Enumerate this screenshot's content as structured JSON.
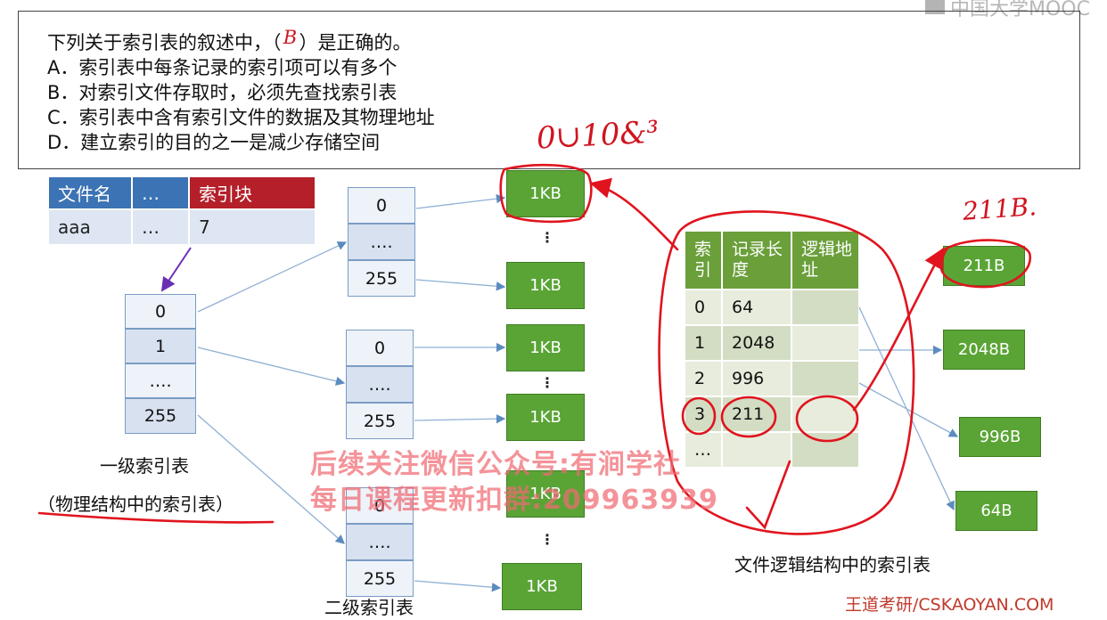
{
  "question": {
    "stem_before": "下列关于索引表的叙述中，（",
    "stem_answer": "B",
    "stem_after": "）是正确的。",
    "options": [
      "A．索引表中每条记录的索引项可以有多个",
      "B．对索引文件存取时，必须先查找索引表",
      "C．索引表中含有索引文件的数据及其物理地址",
      "D．建立索引的目的之一是减少存储空间"
    ]
  },
  "watermark_top": "中国大学MOOC",
  "file_table": {
    "headers": [
      "文件名",
      "…",
      "索引块"
    ],
    "row": [
      "aaa",
      "…",
      "7"
    ]
  },
  "level1": {
    "entries": [
      "0",
      "1",
      "….",
      "255"
    ],
    "caption": "一级索引表",
    "subcaption": "（物理结构中的索引表）"
  },
  "level2": [
    {
      "entries": [
        "0",
        "….",
        "255"
      ]
    },
    {
      "entries": [
        "0",
        "….",
        "255"
      ]
    },
    {
      "entries": [
        "0",
        "….",
        "255"
      ]
    }
  ],
  "level2_caption": "二级索引表",
  "blocks": {
    "label": "1KB",
    "dots": "⋮"
  },
  "handwriting": {
    "top": "0∪10&³",
    "right": "211B."
  },
  "logic_table": {
    "headers": [
      "索引",
      "记录长度",
      "逻辑地址"
    ],
    "rows": [
      [
        "0",
        "64",
        ""
      ],
      [
        "1",
        "2048",
        ""
      ],
      [
        "2",
        "996",
        ""
      ],
      [
        "3",
        "211",
        ""
      ],
      [
        "…",
        "",
        ""
      ]
    ],
    "caption": "文件逻辑结构中的索引表"
  },
  "records": [
    "211B",
    "2048B",
    "996B",
    "64B"
  ],
  "overlay": {
    "line1": "后续关注微信公众号:有涧学社",
    "line2": "每日课程更新扣群:209963939"
  },
  "brand": "王道考研/CSKAOYAN.COM"
}
